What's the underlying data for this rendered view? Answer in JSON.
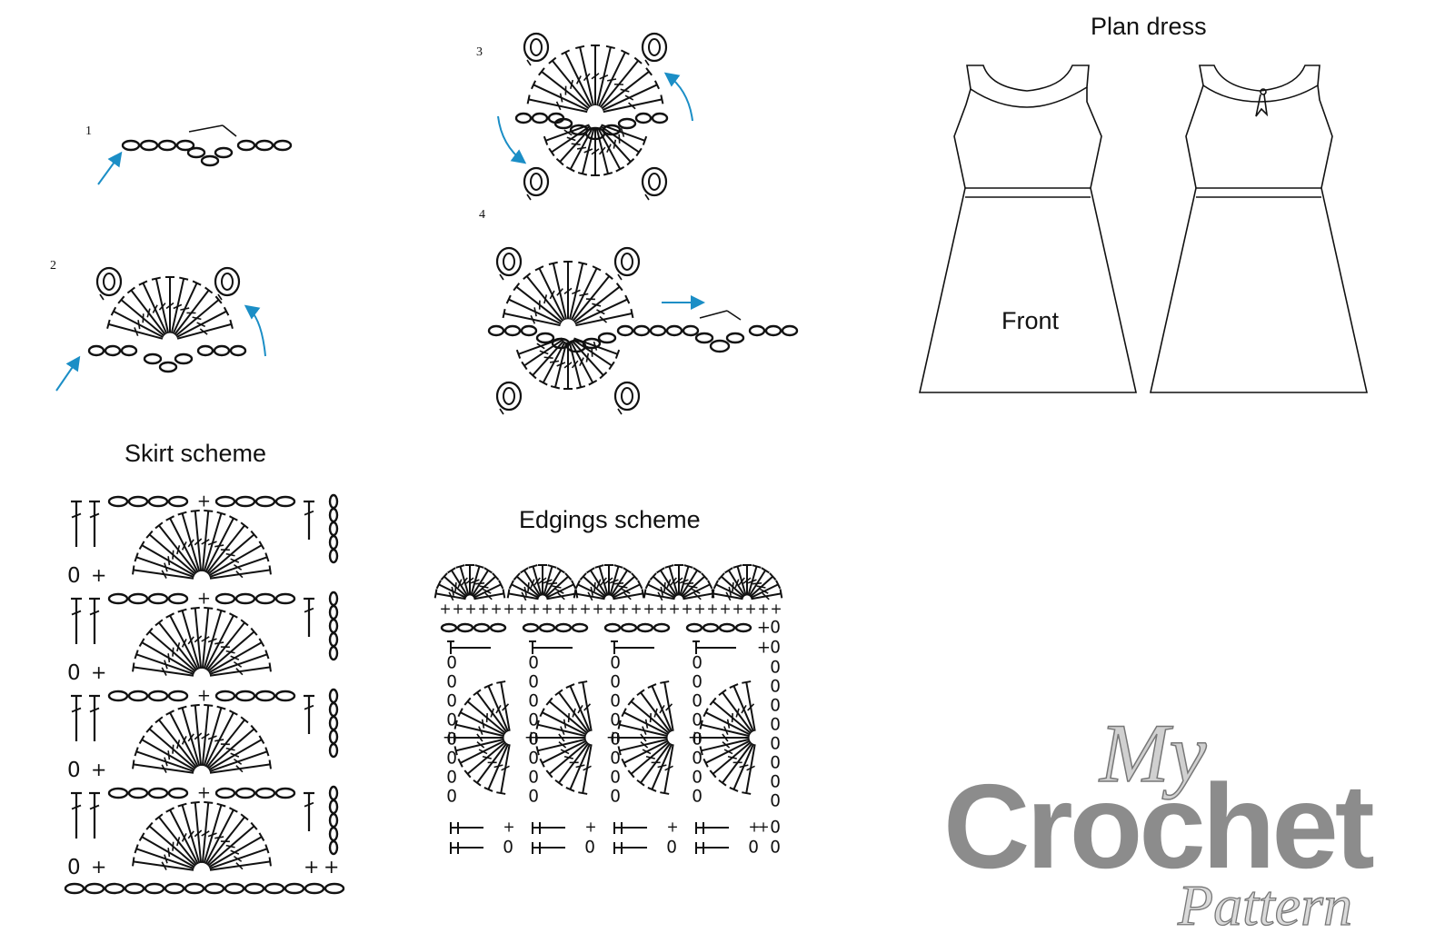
{
  "steps": [
    {
      "number": "1"
    },
    {
      "number": "2"
    },
    {
      "number": "3"
    },
    {
      "number": "4"
    }
  ],
  "titles": {
    "plan": "Plan dress",
    "front": "Front",
    "skirt": "Skirt scheme",
    "edgings": "Edgings scheme"
  },
  "symbols": {
    "ch": "0",
    "sc": "+"
  },
  "logo": {
    "line1": "My",
    "line2": "Crochet",
    "line3": "Pattern"
  },
  "colors": {
    "arrow": "#1b8ec6",
    "ink": "#111111",
    "logo_gray": "#8c8c8c"
  }
}
